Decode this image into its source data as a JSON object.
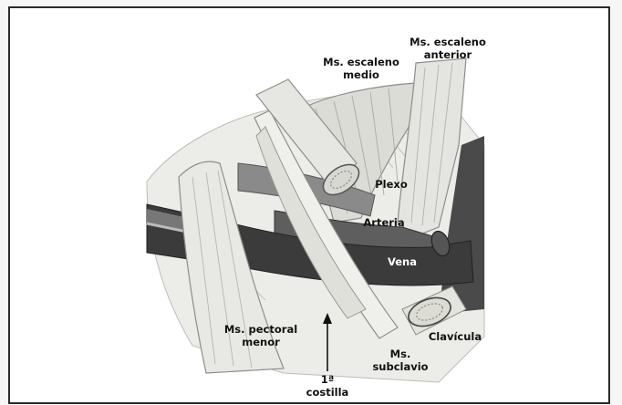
{
  "labels": {
    "escaleno_medio": "Ms. escaleno\nmedio",
    "escaleno_anterior": "Ms. escaleno\nanterior",
    "plexo": "Plexo",
    "arteria": "Arteria",
    "vena": "Vena",
    "pectoral_menor": "Ms. pectoral\nmenor",
    "costilla": "1ª\ncostilla",
    "subclavio": "Ms.\nsubclavio",
    "clavicula": "Clavícula"
  },
  "colors": {
    "frame_border": "#2b2b2b",
    "vein": "#3b3b3b",
    "artery": "#5e5e5e",
    "plexus": "#8a8a8a",
    "muscle": "#e6e6e2",
    "muscle_shadow": "#c9c9c4",
    "bone": "#dcdcd6"
  }
}
